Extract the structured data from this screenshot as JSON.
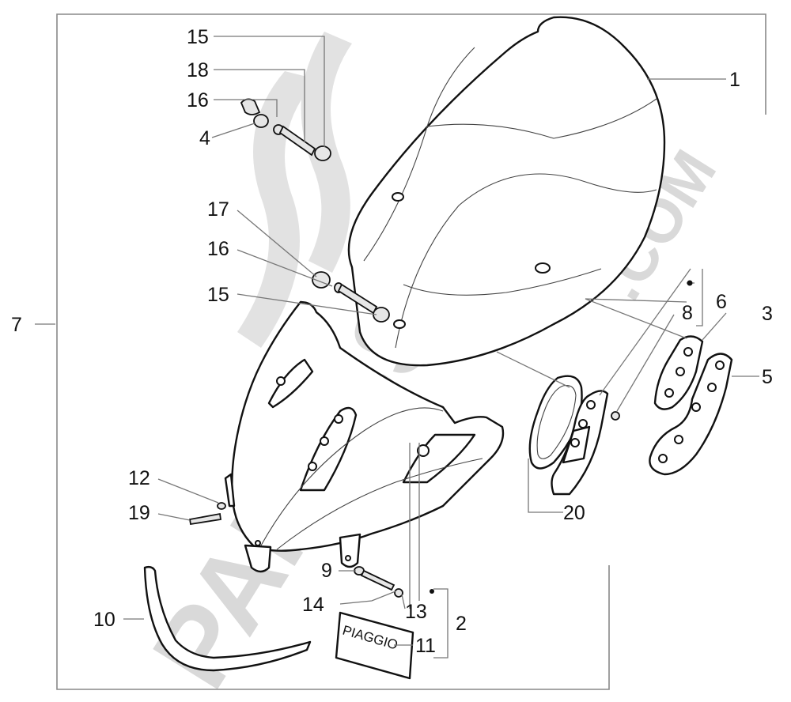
{
  "watermark": {
    "text": "PARTSSS.COM",
    "main": "PARTSSS",
    "suffix": ".COM"
  },
  "emblem_text": "PIAGGIO",
  "callouts": [
    {
      "id": "c1",
      "label": "1"
    },
    {
      "id": "c2",
      "label": "2"
    },
    {
      "id": "c3",
      "label": "3"
    },
    {
      "id": "c4",
      "label": "4"
    },
    {
      "id": "c5",
      "label": "5"
    },
    {
      "id": "c6",
      "label": "6"
    },
    {
      "id": "c7",
      "label": "7"
    },
    {
      "id": "c8",
      "label": "8"
    },
    {
      "id": "c9",
      "label": "9"
    },
    {
      "id": "c10",
      "label": "10"
    },
    {
      "id": "c11",
      "label": "11"
    },
    {
      "id": "c12",
      "label": "12"
    },
    {
      "id": "c13",
      "label": "13"
    },
    {
      "id": "c14",
      "label": "14"
    },
    {
      "id": "c15a",
      "label": "15"
    },
    {
      "id": "c15b",
      "label": "15"
    },
    {
      "id": "c16a",
      "label": "16"
    },
    {
      "id": "c16b",
      "label": "16"
    },
    {
      "id": "c17",
      "label": "17"
    },
    {
      "id": "c18",
      "label": "18"
    },
    {
      "id": "c19",
      "label": "19"
    },
    {
      "id": "c20",
      "label": "20"
    }
  ]
}
